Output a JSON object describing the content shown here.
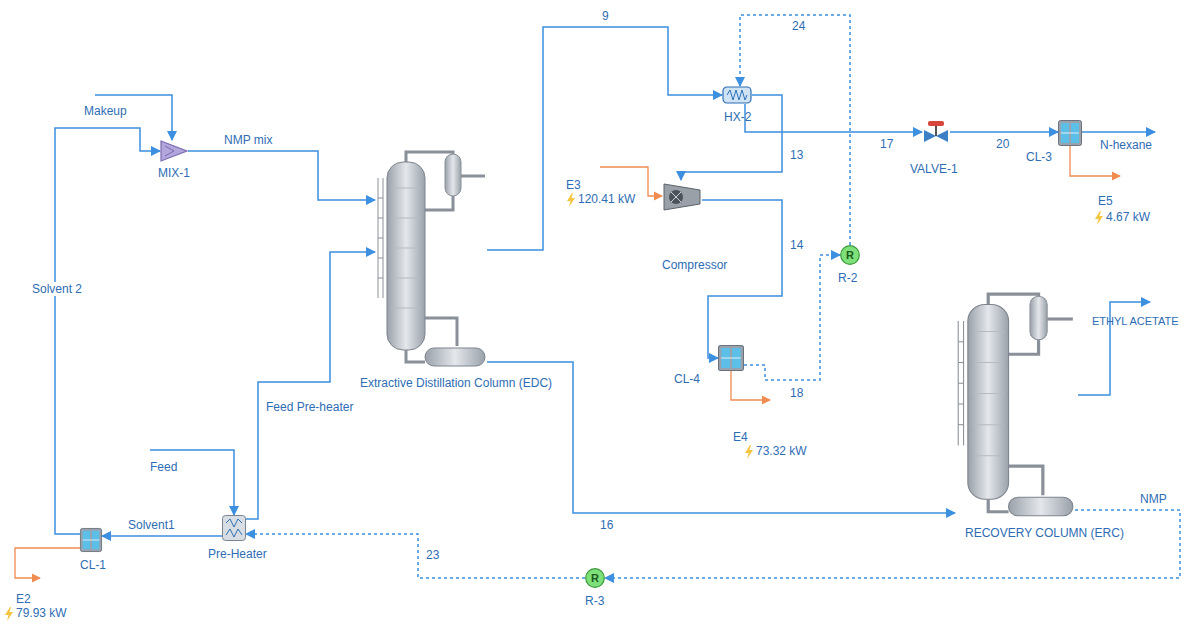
{
  "diagram": {
    "nodes": [
      {
        "text": [
          "MIX-1"
        ]
      },
      {
        "text": [
          "Extractive Distillation Column (EDC)"
        ]
      },
      {
        "text": [
          "HX-2"
        ]
      },
      {
        "text": [
          "Compressor"
        ]
      },
      {
        "text": [
          "VALVE-1"
        ]
      },
      {
        "text": [
          "CL-3"
        ]
      },
      {
        "text": [
          "R",
          "R-2"
        ]
      },
      {
        "text": [
          "CL-4"
        ]
      },
      {
        "text": [
          "RECOVERY COLUMN (ERC)"
        ]
      },
      {
        "text": [
          "Pre-Heater"
        ]
      },
      {
        "text": [
          "CL-1"
        ]
      },
      {
        "text": [
          "R",
          "R-3"
        ]
      }
    ],
    "edges": [
      {
        "from": 0,
        "to": 1,
        "label": "NMP mix",
        "arrow": "to"
      },
      {
        "from": 9,
        "to": 1,
        "label": "Feed Pre-heater",
        "arrow": "to"
      },
      {
        "from": 1,
        "to": 2,
        "label": "9",
        "arrow": "to"
      },
      {
        "from": 2,
        "to": 3,
        "label": "13",
        "arrow": "to"
      },
      {
        "from": 3,
        "to": 7,
        "label": "14",
        "arrow": "to"
      },
      {
        "from": 7,
        "to": 6,
        "label": "18",
        "arrow": "to"
      },
      {
        "from": 6,
        "to": 2,
        "label": "24",
        "arrow": "to"
      },
      {
        "from": 2,
        "to": 4,
        "label": "17",
        "arrow": "to"
      },
      {
        "from": 4,
        "to": 5,
        "label": "20",
        "arrow": "to"
      },
      {
        "from": 1,
        "to": 8,
        "label": "16",
        "arrow": "to"
      },
      {
        "from": 8,
        "to": 11,
        "label": "NMP",
        "arrow": "to"
      },
      {
        "from": 11,
        "to": 9,
        "label": "23",
        "arrow": "to"
      },
      {
        "from": 9,
        "to": 10,
        "label": "Solvent1",
        "arrow": "to"
      },
      {
        "from": 10,
        "to": 0,
        "label": "Solvent 2",
        "arrow": "to"
      }
    ],
    "labels": [
      "Makeup",
      "Feed",
      "N-hexane",
      "ETHYL ACETATE",
      "E2",
      "79.93 kW",
      "E3",
      "120.41 kW",
      "E4",
      "73.32 kW",
      "E5",
      "4.67 kW"
    ]
  }
}
